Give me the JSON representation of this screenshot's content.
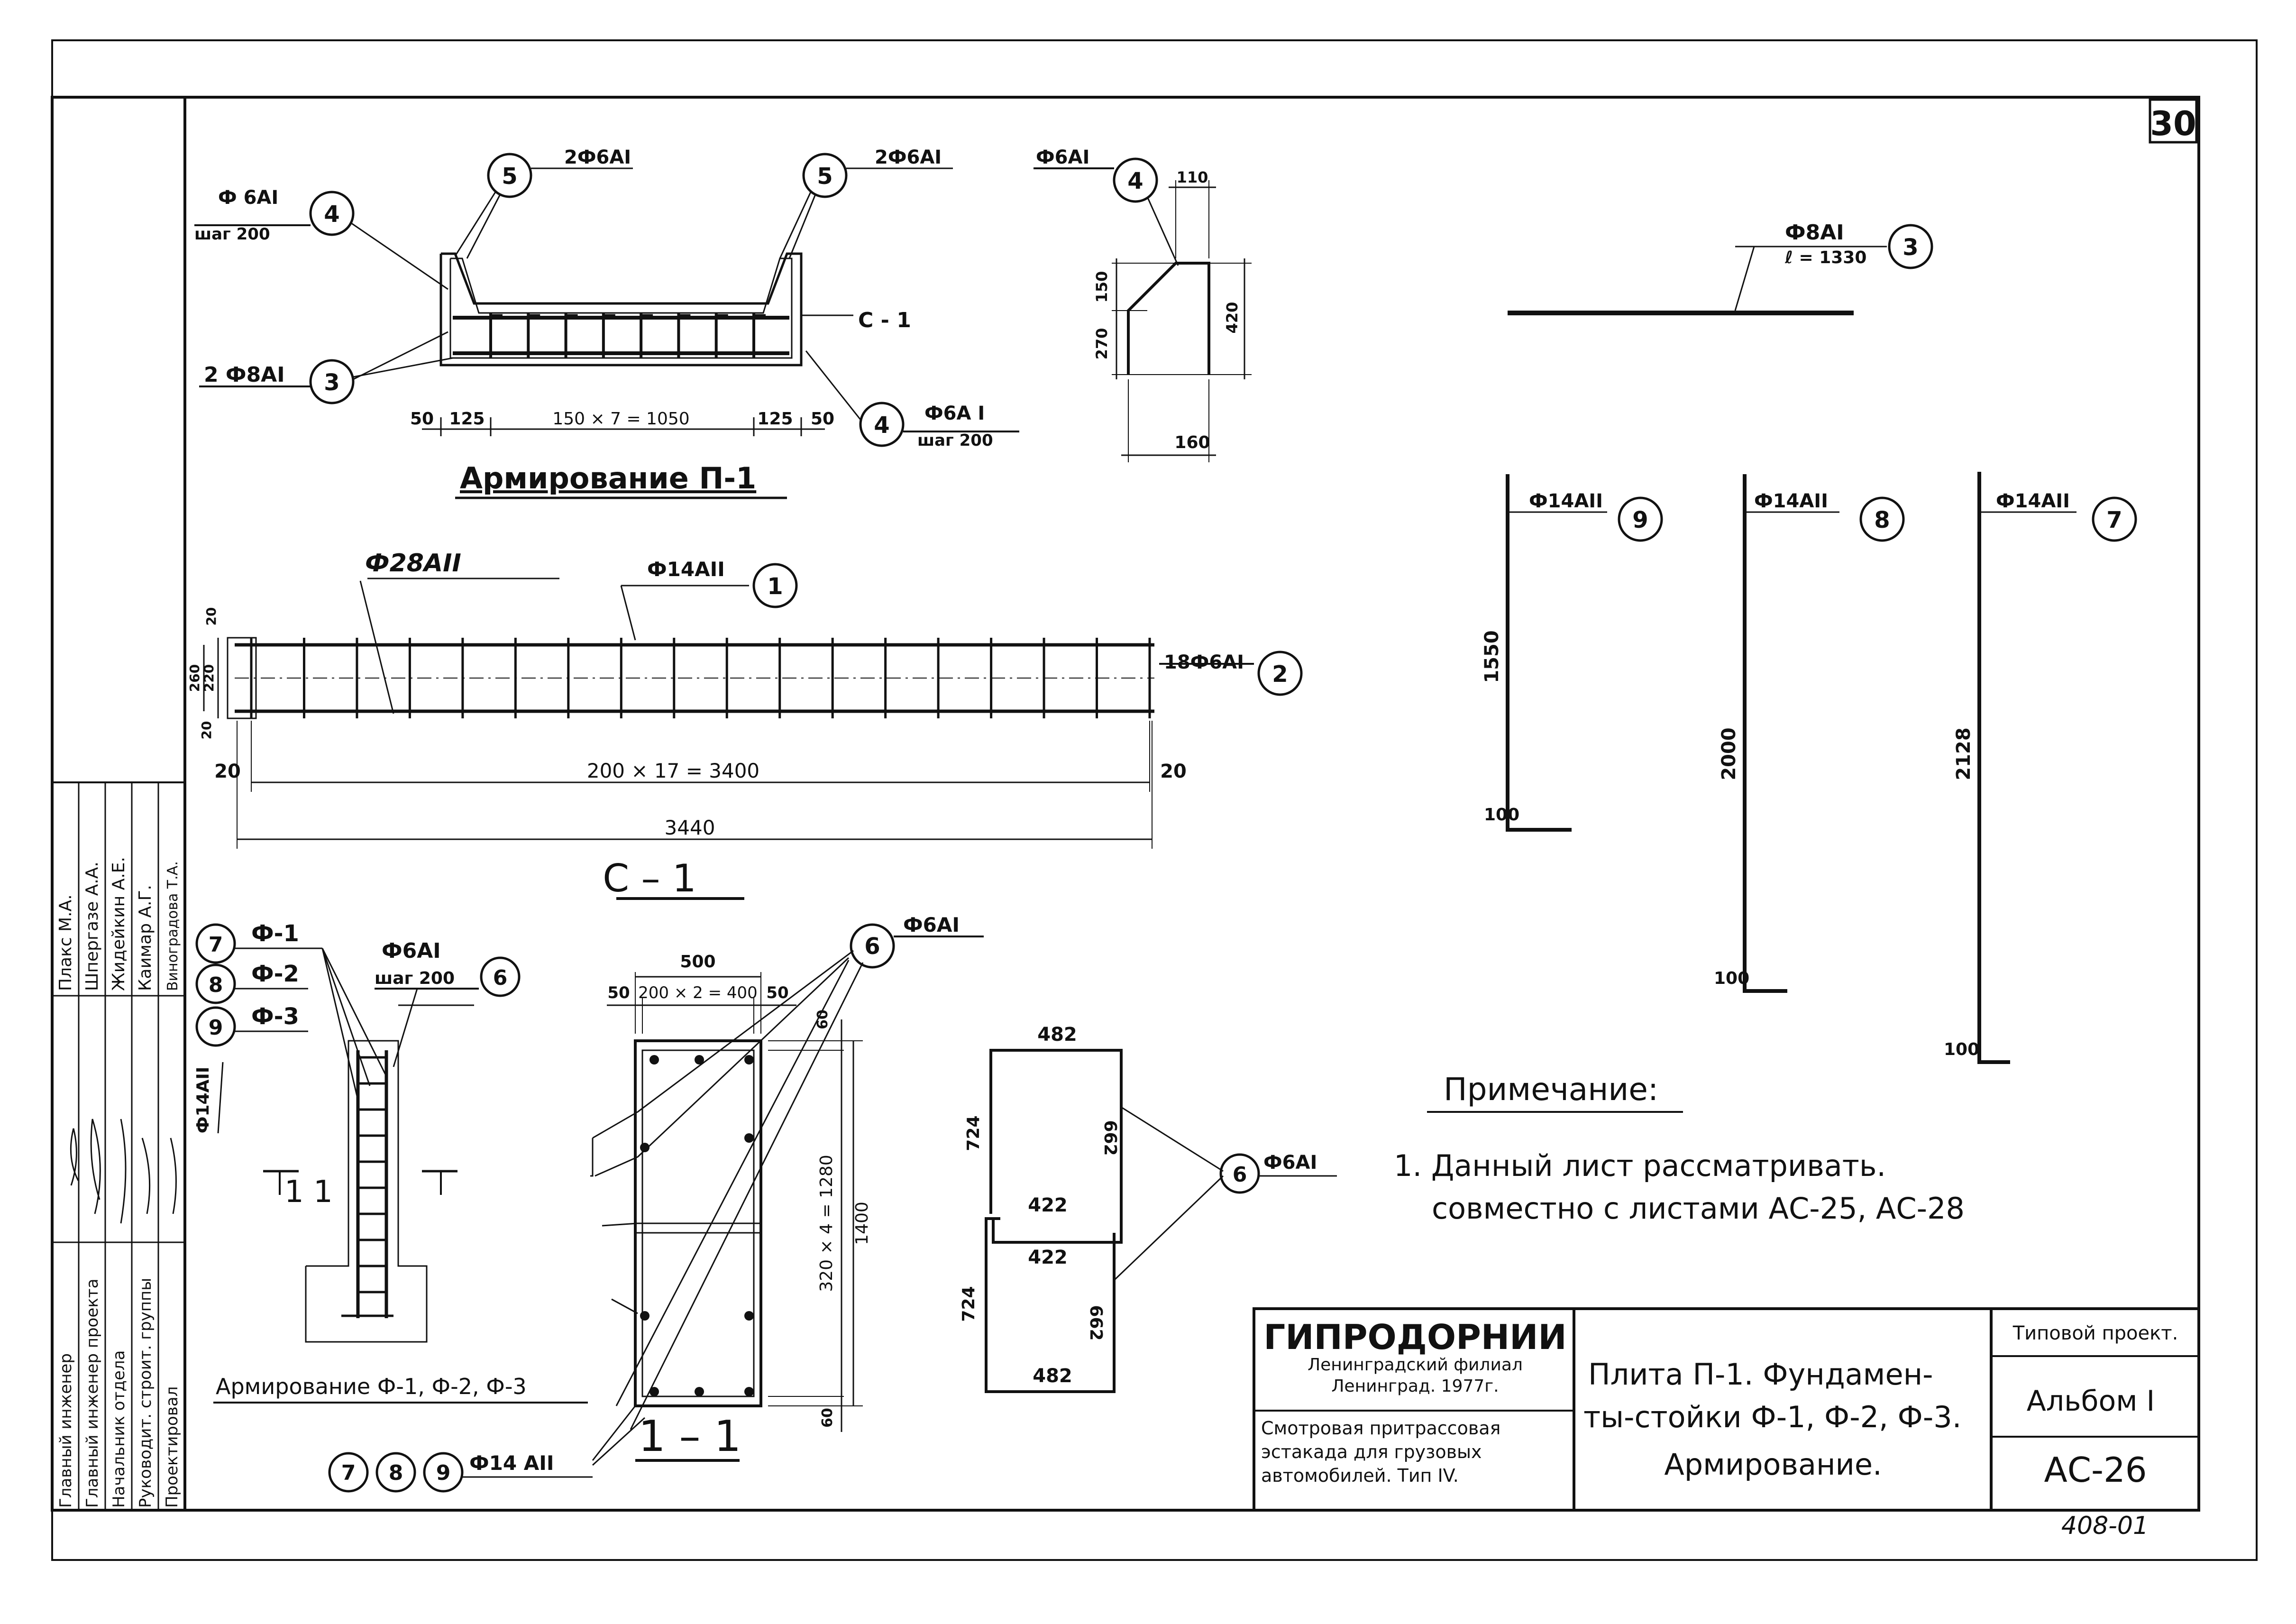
{
  "sheet": {
    "page_number": "30",
    "inventory_number": "408-01"
  },
  "p1_section": {
    "title": "Армирование П-1",
    "label_5_left": "2Ф6АI",
    "label_5_right": "2Ф6АI",
    "label_4_top": "Ф 6АI",
    "label_4_top_step": "шаг 200",
    "label_3": "2 Ф8АI",
    "label_c1": "С - 1",
    "label_4_bottom": "Ф6А I",
    "label_4_bottom_step": "шаг 200",
    "dims": [
      "50",
      "125",
      "150 × 7 = 1050",
      "125",
      "50"
    ]
  },
  "bar4_detail": {
    "label": "Ф6АI",
    "dims": [
      "110",
      "150",
      "270",
      "420",
      "160"
    ]
  },
  "bar3_detail": {
    "label": "Ф8АI",
    "length": "ℓ = 1330"
  },
  "c1_mesh": {
    "title": "С – 1",
    "label_28": "Ф28АII",
    "label_1": "Ф14АII",
    "label_2": "18Ф6АI",
    "dims": [
      "20",
      "260",
      "220",
      "20",
      "20",
      "200 × 17 = 3400",
      "20",
      "3440"
    ]
  },
  "bars_vertical": [
    {
      "label": "Ф14АII",
      "mark": "9",
      "height": "1550",
      "foot": "100"
    },
    {
      "label": "Ф14АII",
      "mark": "8",
      "height": "2000",
      "foot": "100"
    },
    {
      "label": "Ф14АII",
      "mark": "7",
      "height": "2128",
      "foot": "100"
    }
  ],
  "f_armoring": {
    "title": "Армирование Ф-1, Ф-2, Ф-3",
    "legend": [
      {
        "mark": "7",
        "text": "Ф-1"
      },
      {
        "mark": "8",
        "text": "Ф-2"
      },
      {
        "mark": "9",
        "text": "Ф-3"
      }
    ],
    "side_label": "Ф14АII",
    "label_6": "Ф6АI",
    "label_6_step": "шаг 200",
    "cut_label": "1  1"
  },
  "section_11": {
    "title": "1 – 1",
    "label_6": "Ф6АI",
    "label_bottom": "Ф14 АII",
    "dims": [
      "500",
      "50",
      "200 × 2 = 400",
      "50",
      "60",
      "320 × 4 = 1280",
      "1400",
      "60"
    ]
  },
  "stirrup_detail": {
    "label": "Ф6АI",
    "dims": [
      "482",
      "724",
      "662",
      "422",
      "422",
      "724",
      "662",
      "482"
    ]
  },
  "notes": {
    "heading": "Примечание:",
    "items": [
      "1. Данный лист рассматривать.",
      "совместно с листами АС-25, АС-28"
    ]
  },
  "title_block": {
    "org": "ГИПРОДОРНИИ",
    "branch": "Ленинградский филиал",
    "city_year": "Ленинград. 1977г.",
    "project_desc": [
      "Смотровая притрассовая",
      "эстакада для грузовых",
      "автомобилей.  Тип IV."
    ],
    "sheet_title": [
      "Плита П-1. Фундамен-",
      "ты-стойки Ф-1, Ф-2, Ф-3.",
      "Армирование."
    ],
    "type_project": "Типовой проект.",
    "album": "Альбом I",
    "sheet_code": "АС-26"
  },
  "signatures": {
    "roles": [
      "Главный инженер",
      "Главный инженер проекта",
      "Начальник отдела",
      "Руководит. строит. группы",
      "Проектировал"
    ],
    "names": [
      "Плакс  М.А.",
      "Шпергазе  А.А.",
      "Жидейкин А.Е.",
      "Каимар  А.Г.",
      "Виноградова Т.А."
    ]
  }
}
